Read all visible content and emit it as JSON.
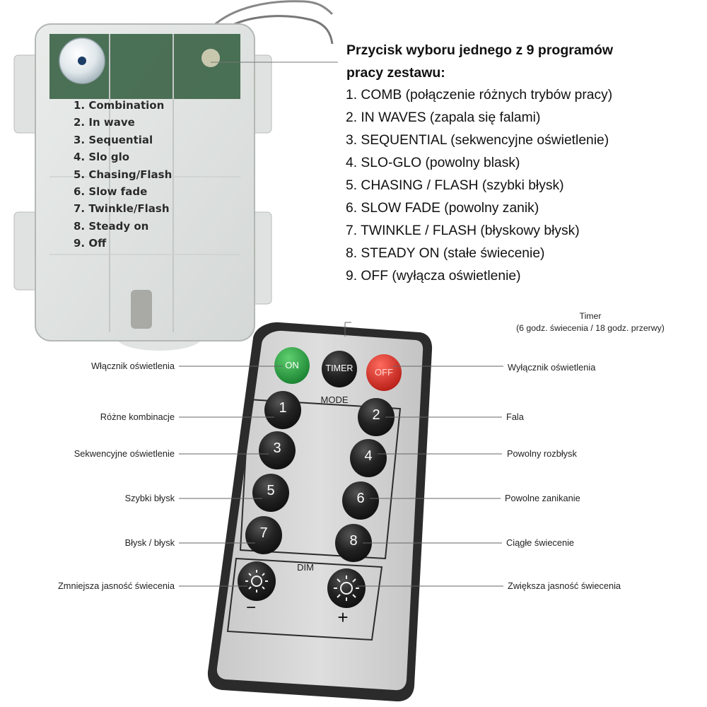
{
  "heading": {
    "line1": "Przycisk wyboru jednego z 9 programów",
    "line2": "pracy zestawu:"
  },
  "programs": [
    "1. COMB (połączenie różnych trybów pracy)",
    "2. IN WAVES (zapala się falami)",
    "3. SEQUENTIAL (sekwencyjne oświetlenie)",
    "4. SLO-GLO (powolny blask)",
    "5. CHASING / FLASH (szybki błysk)",
    "6. SLOW FADE (powolny zanik)",
    "7. TWINKLE / FLASH (błyskowy błysk)",
    "8. STEADY ON (stałe świecenie)",
    "9. OFF (wyłącza oświetlenie)"
  ],
  "battery_box_modes": [
    "1. Combination",
    "2. In wave",
    "3. Sequential",
    "4. Slo glo",
    "5. Chasing/Flash",
    "6. Slow fade",
    "7. Twinkle/Flash",
    "8. Steady on",
    "9. Off"
  ],
  "remote": {
    "on_label": "ON",
    "timer_label": "TIMER",
    "off_label": "OFF",
    "mode_label": "MODE",
    "dim_label": "DIM",
    "minus_label": "−",
    "plus_label": "+",
    "numbers": [
      "1",
      "2",
      "3",
      "4",
      "5",
      "6",
      "7",
      "8"
    ],
    "colors": {
      "on": "#1f9a3a",
      "off": "#d42a24",
      "button": "#1b1b1b",
      "body": "#d4d4d4",
      "frame": "#2e2e2e"
    }
  },
  "callouts": {
    "timer_title": "Timer",
    "timer_detail": "(6 godz. świecenia / 18 godz. przerwy)",
    "on": "Włącznik oświetlenia",
    "off": "Wyłącznik oświetlenia",
    "b1": "Różne kombinacje",
    "b2": "Fala",
    "b3": "Sekwencyjne oświetlenie",
    "b4": "Powolny rozbłysk",
    "b5": "Szybki błysk",
    "b6": "Powolne zanikanie",
    "b7": "Błysk / błysk",
    "b8": "Ciągłe świecenie",
    "dim_minus": "Zmniejsza jasność świecenia",
    "dim_plus": "Zwiększa jasność świecenia"
  }
}
